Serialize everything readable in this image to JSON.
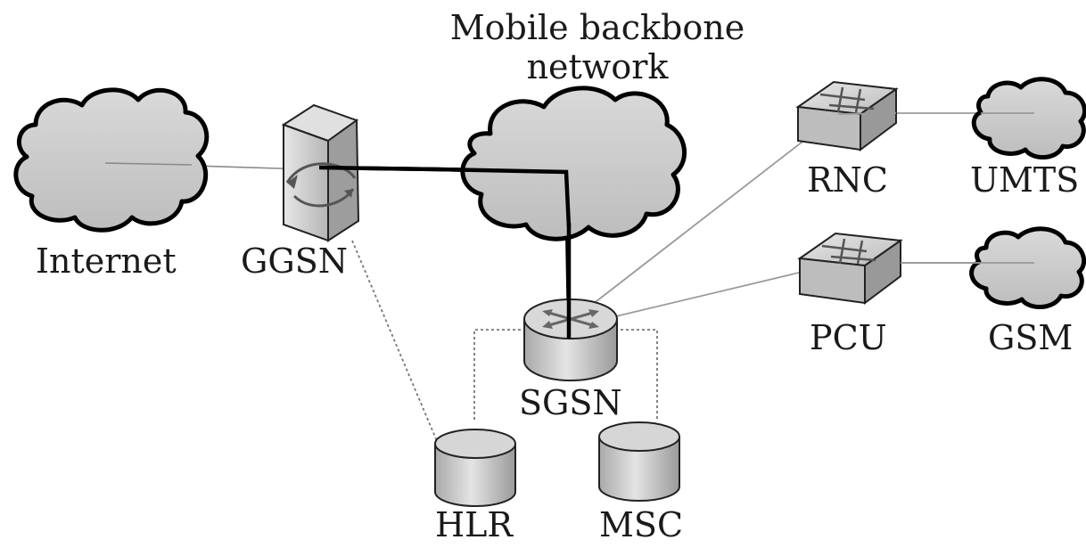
{
  "title_line1": "Mobile backbone",
  "title_line2": "network",
  "nodes": {
    "internet": "Internet",
    "ggsn": "GGSN",
    "sgsn": "SGSN",
    "hlr": "HLR",
    "msc": "MSC",
    "rnc": "RNC",
    "pcu": "PCU",
    "umts": "UMTS",
    "gsm": "GSM"
  }
}
